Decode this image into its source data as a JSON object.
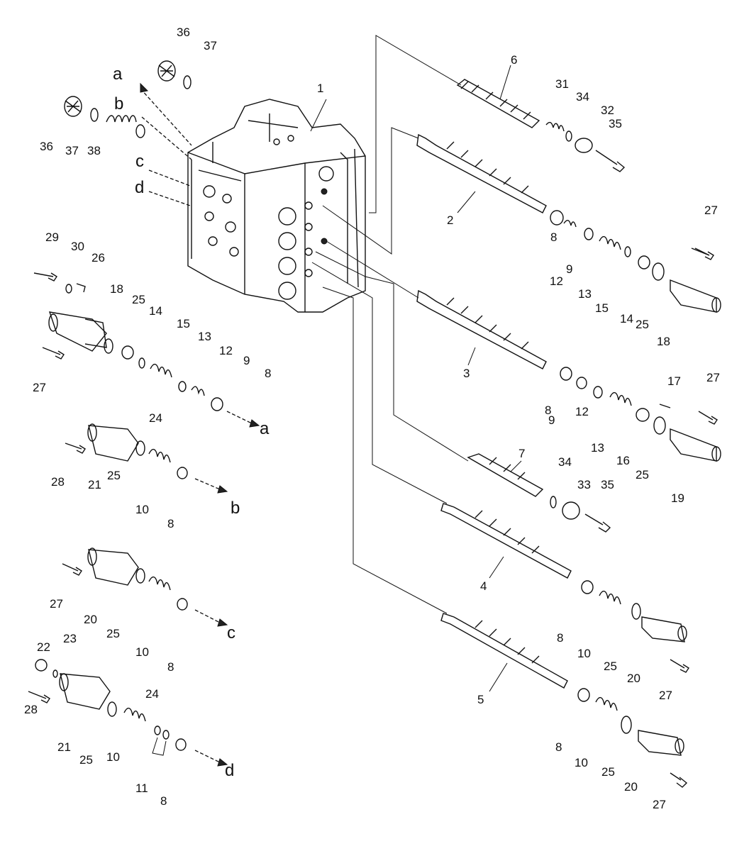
{
  "callouts": [
    {
      "id": "c1",
      "text": "1"
    },
    {
      "id": "c2",
      "text": "2"
    },
    {
      "id": "c3",
      "text": "3"
    },
    {
      "id": "c4",
      "text": "4"
    },
    {
      "id": "c5",
      "text": "5"
    },
    {
      "id": "c6",
      "text": "6"
    },
    {
      "id": "c7",
      "text": "7"
    },
    {
      "id": "c8a",
      "text": "8"
    },
    {
      "id": "c8b",
      "text": "8"
    },
    {
      "id": "c8c",
      "text": "8"
    },
    {
      "id": "c8d",
      "text": "8"
    },
    {
      "id": "c8e",
      "text": "8"
    },
    {
      "id": "c8f",
      "text": "8"
    },
    {
      "id": "c8g",
      "text": "8"
    },
    {
      "id": "c8h",
      "text": "8"
    },
    {
      "id": "c9a",
      "text": "9"
    },
    {
      "id": "c9b",
      "text": "9"
    },
    {
      "id": "c9c",
      "text": "9"
    },
    {
      "id": "c10a",
      "text": "10"
    },
    {
      "id": "c10b",
      "text": "10"
    },
    {
      "id": "c10c",
      "text": "10"
    },
    {
      "id": "c10d",
      "text": "10"
    },
    {
      "id": "c10e",
      "text": "10"
    },
    {
      "id": "c11",
      "text": "11"
    },
    {
      "id": "c12a",
      "text": "12"
    },
    {
      "id": "c12b",
      "text": "12"
    },
    {
      "id": "c12c",
      "text": "12"
    },
    {
      "id": "c13a",
      "text": "13"
    },
    {
      "id": "c13b",
      "text": "13"
    },
    {
      "id": "c13c",
      "text": "13"
    },
    {
      "id": "c14a",
      "text": "14"
    },
    {
      "id": "c14b",
      "text": "14"
    },
    {
      "id": "c15a",
      "text": "15"
    },
    {
      "id": "c15b",
      "text": "15"
    },
    {
      "id": "c16",
      "text": "16"
    },
    {
      "id": "c17",
      "text": "17"
    },
    {
      "id": "c18a",
      "text": "18"
    },
    {
      "id": "c18b",
      "text": "18"
    },
    {
      "id": "c19",
      "text": "19"
    },
    {
      "id": "c20a",
      "text": "20"
    },
    {
      "id": "c20b",
      "text": "20"
    },
    {
      "id": "c20c",
      "text": "20"
    },
    {
      "id": "c21a",
      "text": "21"
    },
    {
      "id": "c21b",
      "text": "21"
    },
    {
      "id": "c22",
      "text": "22"
    },
    {
      "id": "c23",
      "text": "23"
    },
    {
      "id": "c24a",
      "text": "24"
    },
    {
      "id": "c24b",
      "text": "24"
    },
    {
      "id": "c25a",
      "text": "25"
    },
    {
      "id": "c25b",
      "text": "25"
    },
    {
      "id": "c25c",
      "text": "25"
    },
    {
      "id": "c25d",
      "text": "25"
    },
    {
      "id": "c25e",
      "text": "25"
    },
    {
      "id": "c25f",
      "text": "25"
    },
    {
      "id": "c25g",
      "text": "25"
    },
    {
      "id": "c25h",
      "text": "25"
    },
    {
      "id": "c26",
      "text": "26"
    },
    {
      "id": "c27a",
      "text": "27"
    },
    {
      "id": "c27b",
      "text": "27"
    },
    {
      "id": "c27c",
      "text": "27"
    },
    {
      "id": "c27d",
      "text": "27"
    },
    {
      "id": "c27e",
      "text": "27"
    },
    {
      "id": "c27f",
      "text": "27"
    },
    {
      "id": "c28a",
      "text": "28"
    },
    {
      "id": "c28b",
      "text": "28"
    },
    {
      "id": "c29",
      "text": "29"
    },
    {
      "id": "c30",
      "text": "30"
    },
    {
      "id": "c31",
      "text": "31"
    },
    {
      "id": "c32",
      "text": "32"
    },
    {
      "id": "c33",
      "text": "33"
    },
    {
      "id": "c34a",
      "text": "34"
    },
    {
      "id": "c34b",
      "text": "34"
    },
    {
      "id": "c35a",
      "text": "35"
    },
    {
      "id": "c35b",
      "text": "35"
    },
    {
      "id": "c36a",
      "text": "36"
    },
    {
      "id": "c36b",
      "text": "36"
    },
    {
      "id": "c37a",
      "text": "37"
    },
    {
      "id": "c37b",
      "text": "37"
    },
    {
      "id": "c38",
      "text": "38"
    }
  ],
  "flow_letters": {
    "a1": "a",
    "b1": "b",
    "c1": "c",
    "d1": "d",
    "a2": "a",
    "b2": "b",
    "c2": "c",
    "d2": "d"
  }
}
